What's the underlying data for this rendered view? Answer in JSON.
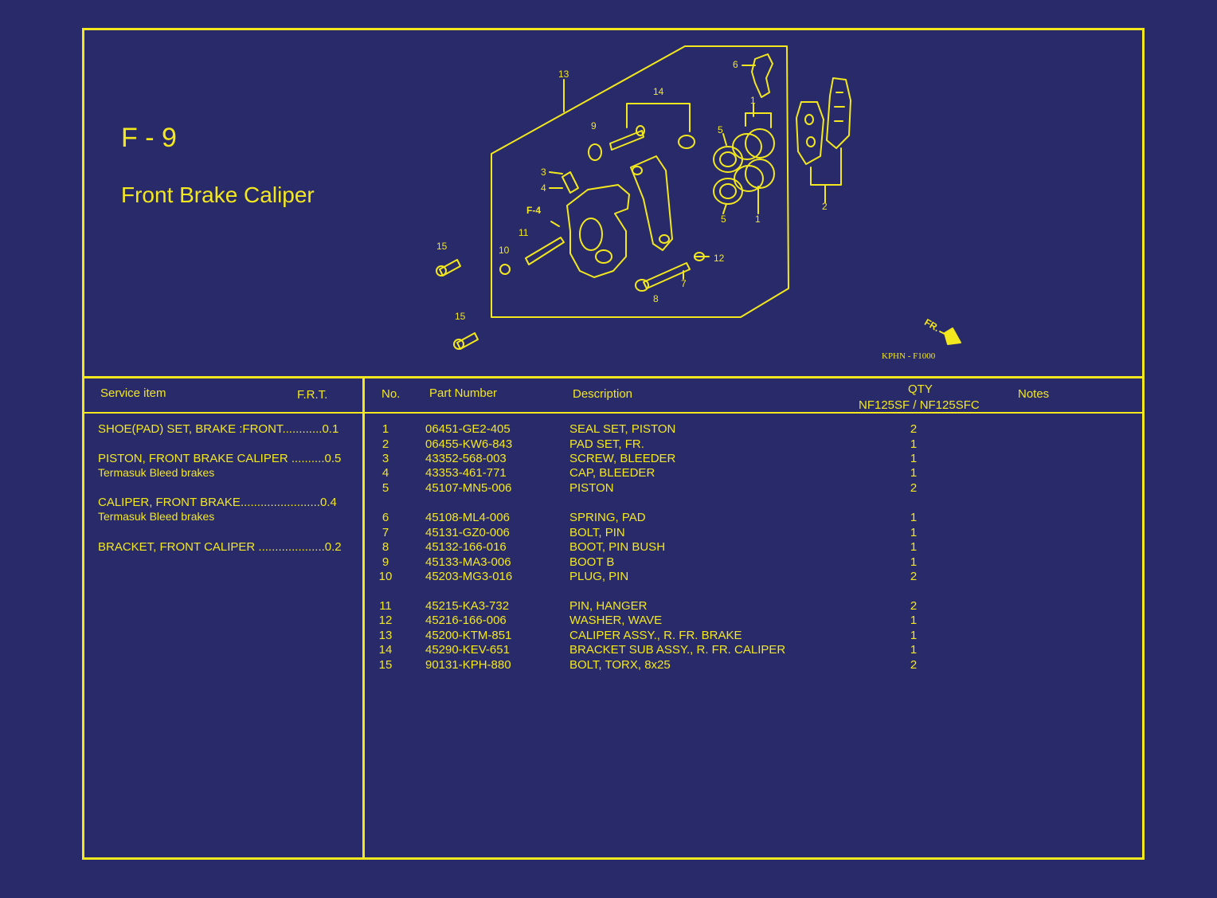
{
  "header": {
    "page_code": "F - 9",
    "page_title": "Front Brake Caliper",
    "diagram_ref": "KPHN - F1000",
    "fr_label": "FR.",
    "f4_label": "F-4"
  },
  "callouts": [
    "13",
    "14",
    "9",
    "6",
    "1",
    "5",
    "3",
    "4",
    "2",
    "15",
    "10",
    "11",
    "12",
    "7",
    "8",
    "5",
    "1",
    "15"
  ],
  "service_table": {
    "col_item": "Service item",
    "col_frt": "F.R.T.",
    "rows": [
      {
        "item": "SHOE(PAD) SET, BRAKE :FRONT",
        "frt": "0.1",
        "note": ""
      },
      {
        "item": "PISTON, FRONT BRAKE CALIPER",
        "frt": "0.5",
        "note": "Termasuk Bleed brakes"
      },
      {
        "item": "CALIPER, FRONT BRAKE",
        "frt": "0.4",
        "note": "Termasuk Bleed brakes"
      },
      {
        "item": "BRACKET, FRONT CALIPER",
        "frt": "0.2",
        "note": ""
      }
    ]
  },
  "parts_table": {
    "col_no": "No.",
    "col_part": "Part Number",
    "col_desc": "Description",
    "col_qty": "QTY",
    "col_qty_models": "NF125SF / NF125SFC",
    "col_notes": "Notes",
    "rows": [
      {
        "no": "1",
        "part": "06451-GE2-405",
        "desc": "SEAL SET, PISTON",
        "qty": "2"
      },
      {
        "no": "2",
        "part": "06455-KW6-843",
        "desc": "PAD SET, FR.",
        "qty": "1"
      },
      {
        "no": "3",
        "part": "43352-568-003",
        "desc": "SCREW, BLEEDER",
        "qty": "1"
      },
      {
        "no": "4",
        "part": "43353-461-771",
        "desc": "CAP, BLEEDER",
        "qty": "1"
      },
      {
        "no": "5",
        "part": "45107-MN5-006",
        "desc": "PISTON",
        "qty": "2"
      },
      {
        "no": "6",
        "part": "45108-ML4-006",
        "desc": "SPRING, PAD",
        "qty": "1"
      },
      {
        "no": "7",
        "part": "45131-GZ0-006",
        "desc": "BOLT, PIN",
        "qty": "1"
      },
      {
        "no": "8",
        "part": "45132-166-016",
        "desc": "BOOT, PIN BUSH",
        "qty": "1"
      },
      {
        "no": "9",
        "part": "45133-MA3-006",
        "desc": "BOOT B",
        "qty": "1"
      },
      {
        "no": "10",
        "part": "45203-MG3-016",
        "desc": "PLUG, PIN",
        "qty": "2"
      },
      {
        "no": "11",
        "part": "45215-KA3-732",
        "desc": "PIN, HANGER",
        "qty": "2"
      },
      {
        "no": "12",
        "part": "45216-166-006",
        "desc": "WASHER, WAVE",
        "qty": "1"
      },
      {
        "no": "13",
        "part": "45200-KTM-851",
        "desc": "CALIPER ASSY., R. FR. BRAKE",
        "qty": "1"
      },
      {
        "no": "14",
        "part": "45290-KEV-651",
        "desc": "BRACKET SUB ASSY., R. FR. CALIPER",
        "qty": "1"
      },
      {
        "no": "15",
        "part": "90131-KPH-880",
        "desc": "BOLT, TORX, 8x25",
        "qty": "2"
      }
    ]
  }
}
